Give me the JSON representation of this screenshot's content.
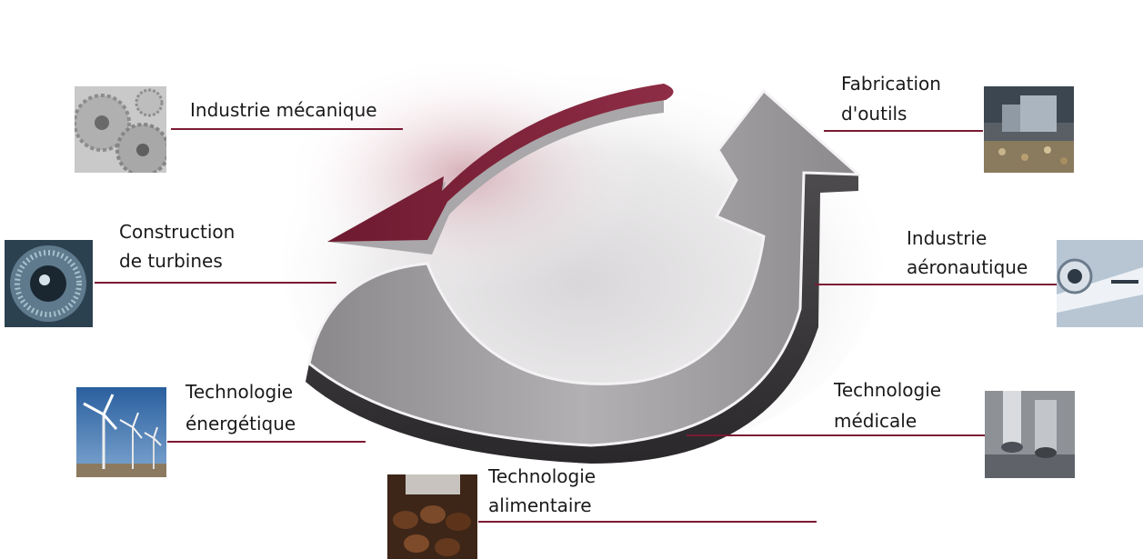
{
  "colors": {
    "line": "#7b1a33",
    "arrow_red": "#7a1d34",
    "arrow_grey": "#6e6c6e"
  },
  "sectors": {
    "industrie_mecanique": {
      "label": "Industrie mécanique",
      "icon": "gears-icon"
    },
    "construction_turbines": {
      "line1": "Construction",
      "line2": "de turbines",
      "icon": "turbine-icon"
    },
    "technologie_energetique": {
      "line1": "Technologie",
      "line2": "énergétique",
      "icon": "wind-turbines-icon"
    },
    "technologie_alimentaire": {
      "line1": "Technologie",
      "line2": "alimentaire",
      "icon": "coffee-beans-icon"
    },
    "fabrication_outils": {
      "line1": "Fabrication",
      "line2": "d'outils",
      "icon": "milling-tool-icon"
    },
    "industrie_aeronautique": {
      "line1": "Industrie",
      "line2": "aéronautique",
      "icon": "jet-engine-icon"
    },
    "technologie_medicale": {
      "line1": "Technologie",
      "line2": "médicale",
      "icon": "medical-instruments-icon"
    }
  }
}
